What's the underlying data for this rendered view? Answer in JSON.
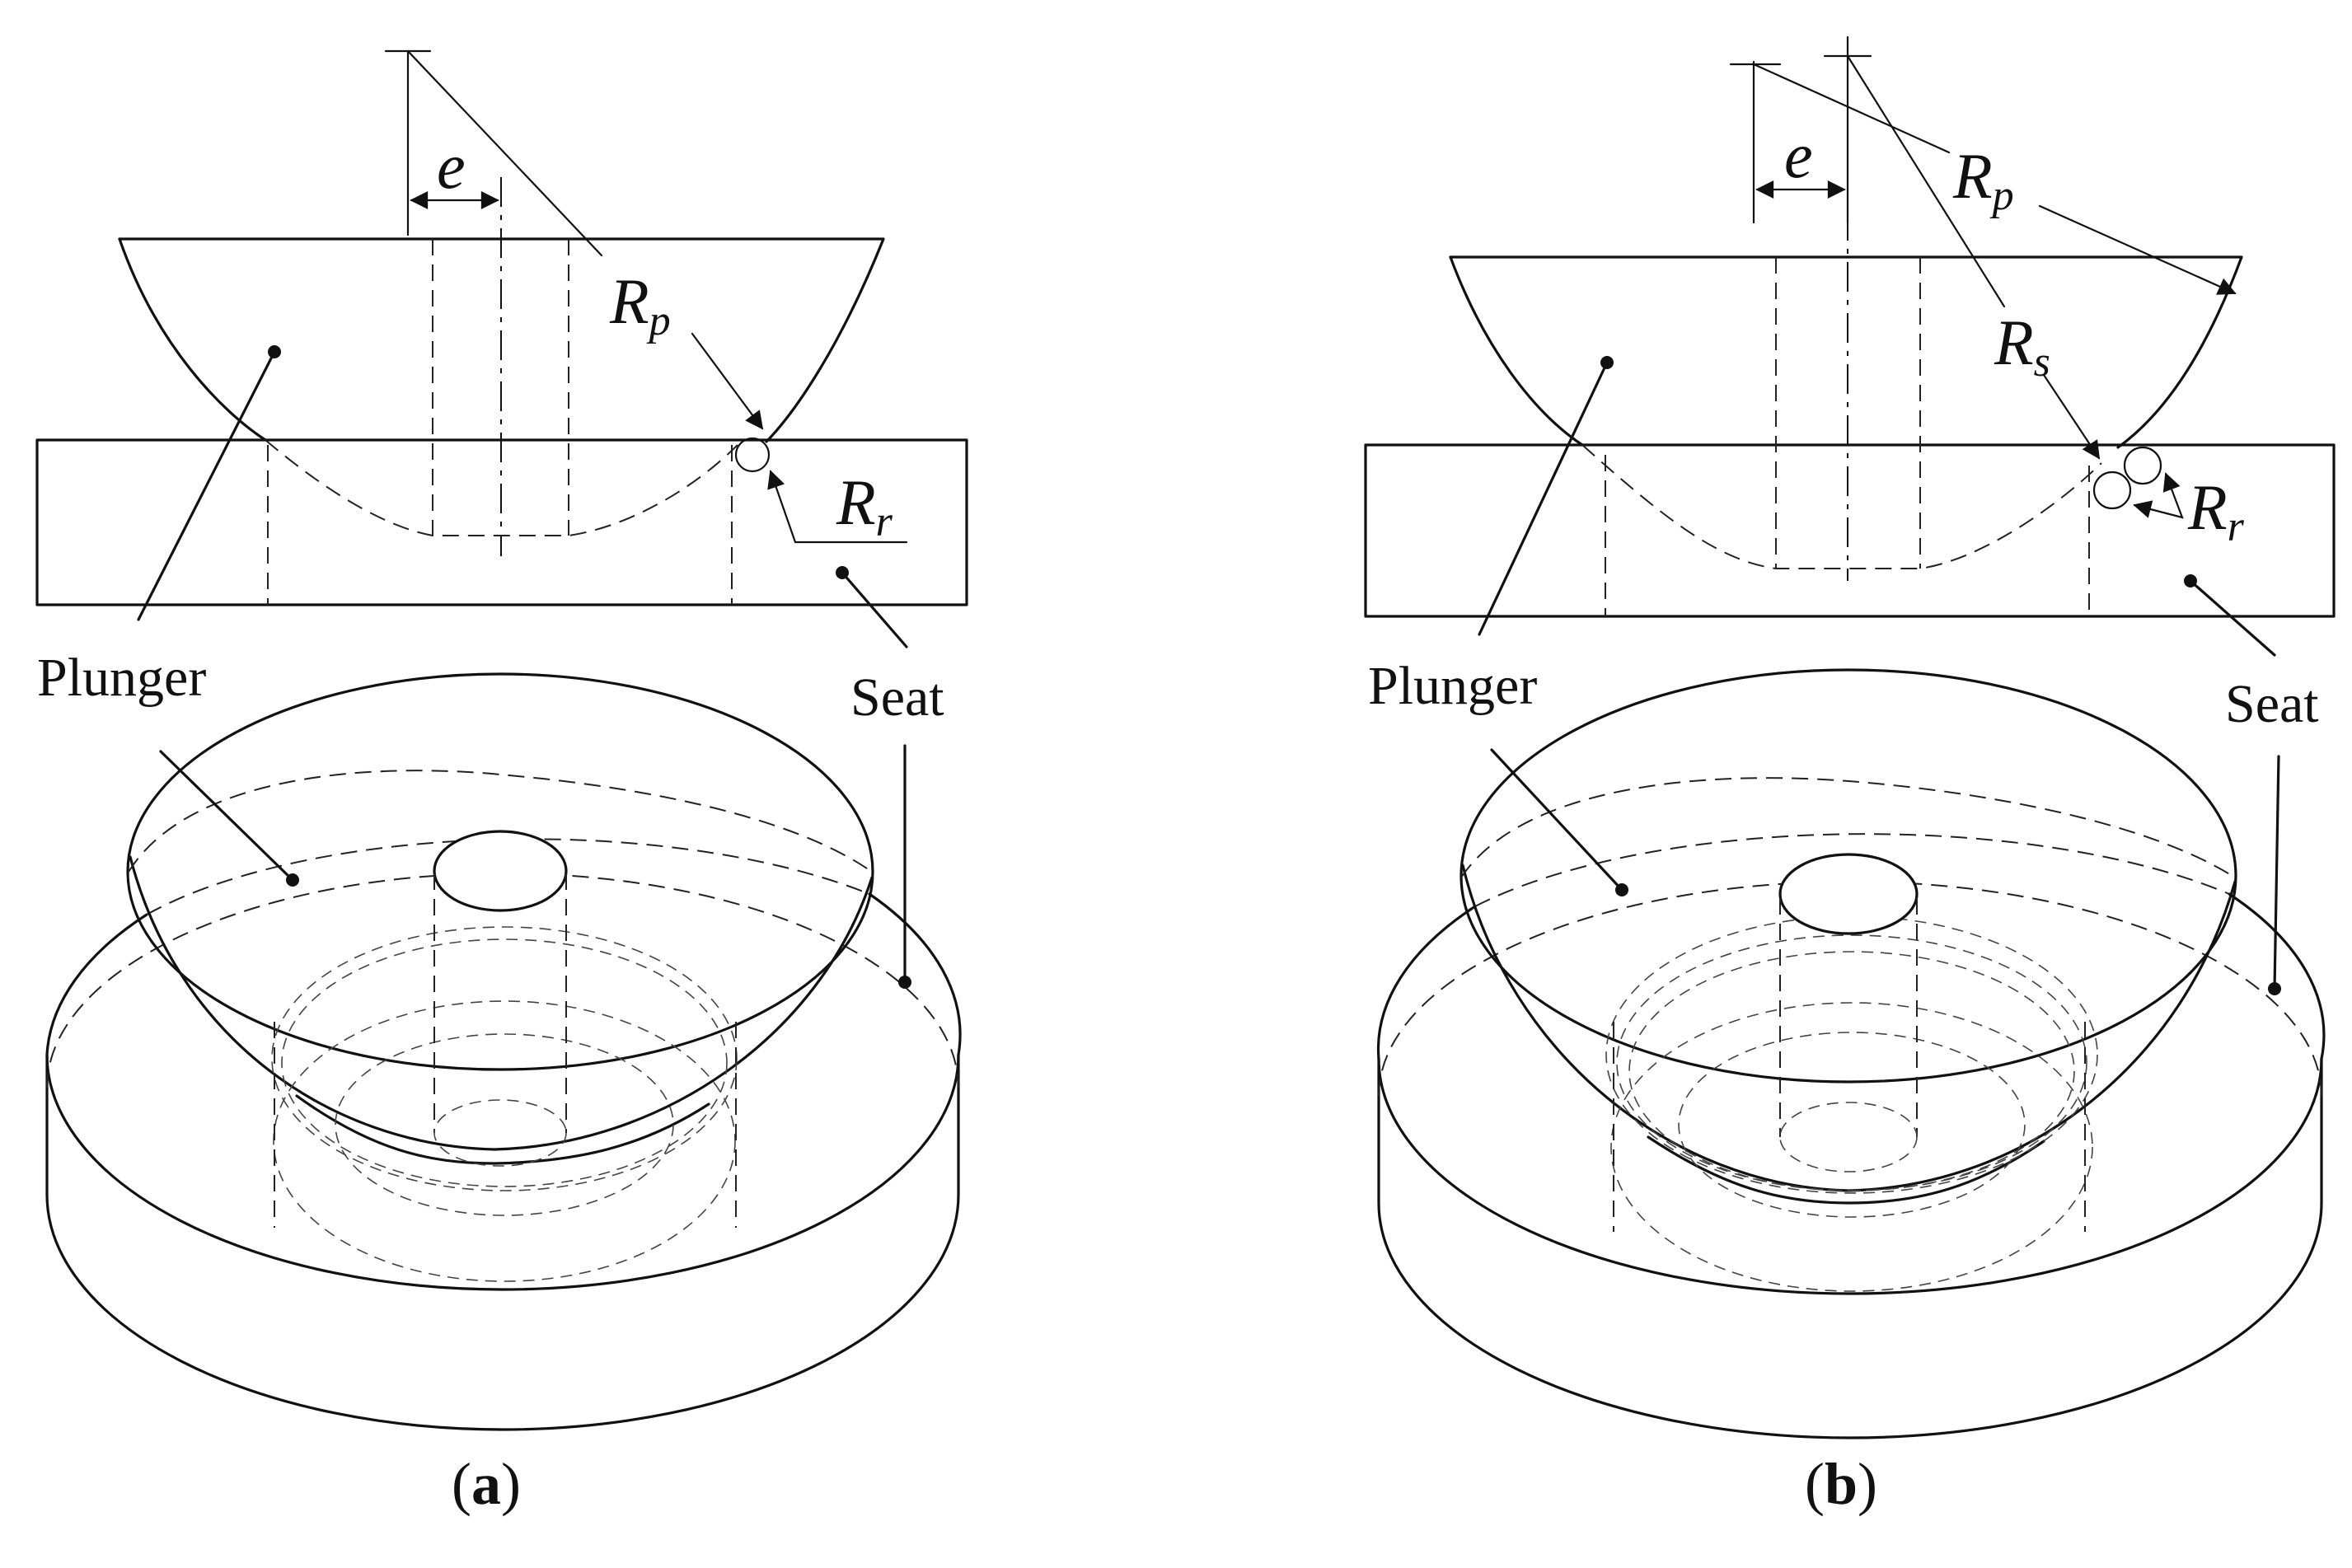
{
  "panels": [
    {
      "id": "a",
      "caption_open": "(",
      "caption_letter": "a",
      "caption_close": ")",
      "labels": {
        "plunger": "Plunger",
        "seat": "Seat",
        "e": "e",
        "rp_main": "R",
        "rp_sub": "p",
        "rr_main": "R",
        "rr_sub": "r"
      }
    },
    {
      "id": "b",
      "caption_open": "(",
      "caption_letter": "b",
      "caption_close": ")",
      "labels": {
        "plunger": "Plunger",
        "seat": "Seat",
        "e": "e",
        "rp_main": "R",
        "rp_sub": "p",
        "rs_main": "R",
        "rs_sub": "s",
        "rr_main": "R",
        "rr_sub": "r"
      }
    }
  ]
}
